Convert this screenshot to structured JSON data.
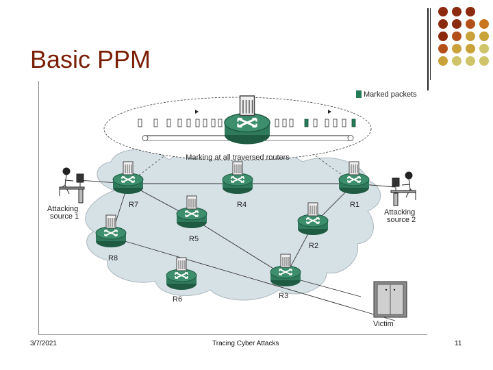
{
  "slide": {
    "title": "Basic PPM",
    "footer_date": "3/7/2021",
    "footer_center": "Tracing Cyber Attacks",
    "page_number": "11"
  },
  "colors": {
    "title": "#7a1e06",
    "cloud": "#d6e1e6",
    "router": "#2f7a5c",
    "marked": "#237a55"
  },
  "diagram": {
    "legend": "Marked packets",
    "callout_label": "Marking at all traversed routers",
    "routers": [
      "R1",
      "R2",
      "R3",
      "R4",
      "R5",
      "R6",
      "R7",
      "R8"
    ],
    "attacker1": [
      "Attacking",
      "source 1"
    ],
    "attacker2": [
      "Attacking",
      "source 2"
    ],
    "victim": "Victim"
  }
}
